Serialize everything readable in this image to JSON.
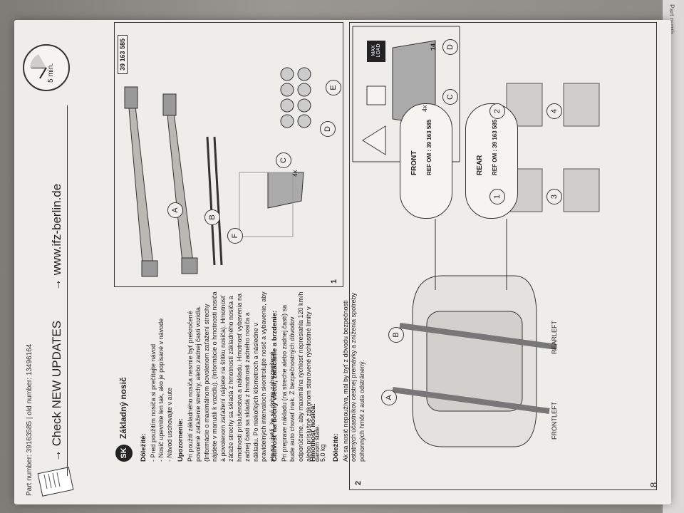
{
  "under_page": {
    "text": "Part numb"
  },
  "header": {
    "part_number": "Part number: 39163585 | old number: 13496164",
    "updates": "→ Check NEW UPDATES",
    "website": "→ www.ifz-berlin.de",
    "clock_label": "5 min."
  },
  "page_number": "8",
  "intro": {
    "lang_badge": "SK",
    "title": "Základný nosič",
    "important_heading": "Dôležité:",
    "important_items": [
      "- Pred použitím nosiča si prečítajte návod",
      "- Nosič upevnite len tak, ako je popísané v návode",
      "- Návod uschovajte v aute"
    ],
    "warning_heading": "Upozornenie:",
    "warning_text": "Pri použití základného nosiča nesmie byť prekročené povolené zaťaženie strechy, alebo zadnej časti vozidla. (Informácie o maximálnom povolenom zaťažení strechy nájdete v manuáli k vozidlu). (Informácie o hmotnosti nosiča a povolenom zaťažení nájdete na štítku nosiča). Hmotnosť záťaže strechy sa skladá z hmotnosti základného nosiča a hmotnosti príslušenstva a nákladu. Hmotnosť vybavenia na zadnej časti sa skladá z hmotnosti zadného nosiča a nákladu. Po niekoľkých kilometroch a následne v pravidelných intervaloch skontrolujte nosič a vybavenie, aby ste sa uistili, že sú dobre zabezpečené.",
    "wind_heading": "Citlivosť na bočný vietor, zatáčanie a brzdenie:",
    "wind_text": "Pri preprave nákladu (na streche alebo zadnej časti) sa bude auto chovať inak. Z bezpečnostných dôvodov odporúčame, aby maximálna rýchlosť nepresiahla 120 km/h alebo príslušné zákonom stanovené rýchlostné limity v danom štáte.",
    "weight_heading": "Hmotnosť nosiča:",
    "weight_text": "5,0 kg",
    "note_heading": "Dôležité:",
    "note_text": "Ak sa nosič nepoužíva, mal by byť z dôvodu bezpečnosti ostatných účastníkov cestnej premávky a zníženia spotreby pohonných hmôt z auta odstránený."
  },
  "figure1": {
    "number": "1",
    "ref": "39 163 585",
    "labels": [
      "A",
      "B",
      "C",
      "D",
      "E",
      "F"
    ],
    "qty": "4x"
  },
  "figure2": {
    "number": "2",
    "labels": [
      "A",
      "B",
      "C",
      "D"
    ],
    "front_left": "FRONTLEFT",
    "rear_left": "REARLEFT",
    "qty": "4x",
    "torque": "14",
    "max_load": "MAX LOAD",
    "stickers": [
      {
        "title": "FRONT",
        "ref_label": "REF OM :",
        "ref": "39 163 585"
      },
      {
        "title": "REAR",
        "ref_label": "REF OM :",
        "ref": "39 163 585"
      }
    ],
    "steps": [
      "1",
      "2",
      "3",
      "4"
    ]
  }
}
